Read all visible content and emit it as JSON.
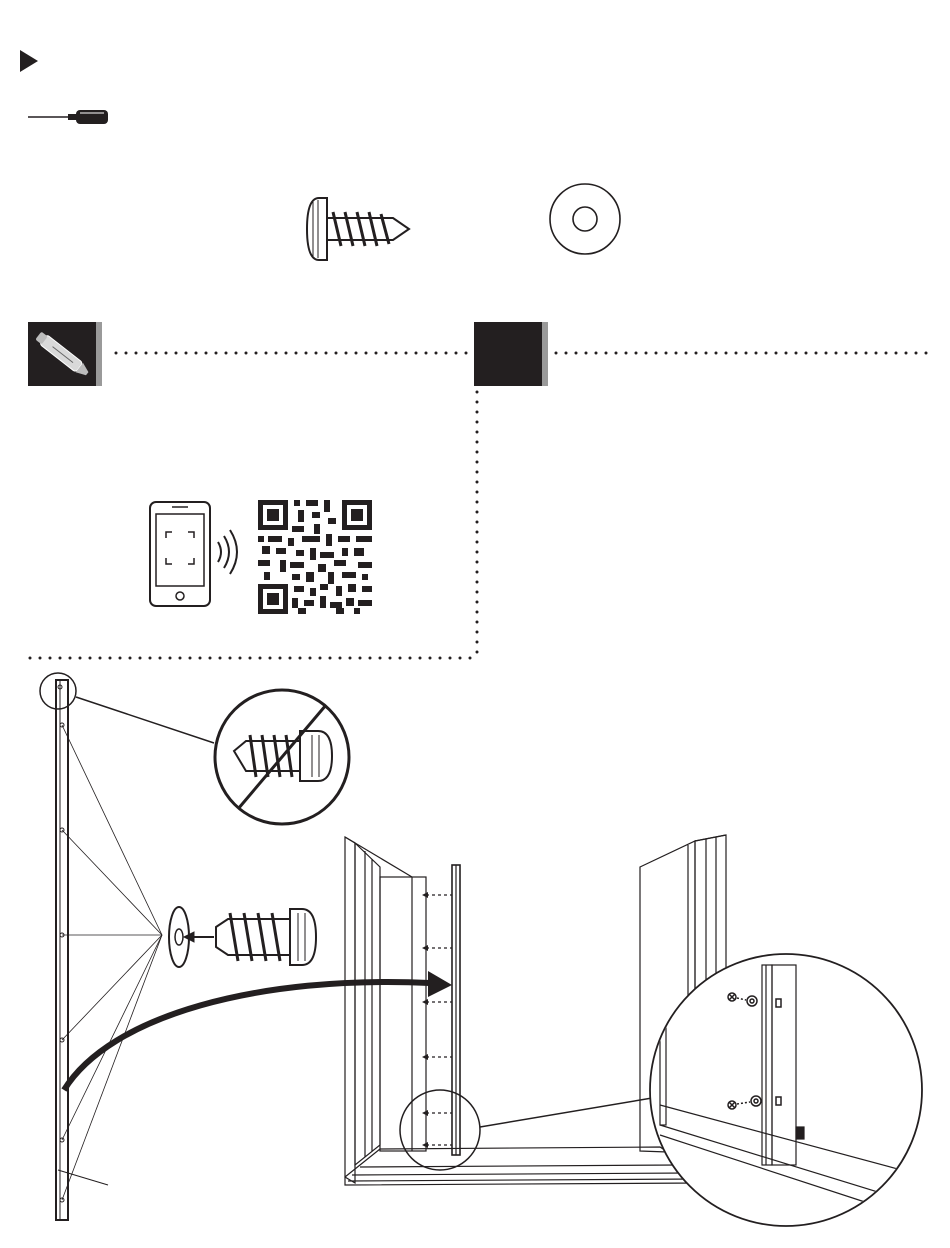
{
  "document": {
    "type": "assembly-instruction-page",
    "tools": [
      "screwdriver-icon"
    ],
    "hardware": [
      "pan-head-screw-icon",
      "washer-icon"
    ],
    "panels": [
      {
        "icon": "marker-pen-icon",
        "content": [
          "smartphone-scan-icon",
          "qr-code"
        ]
      },
      {
        "icon": "step-badge",
        "content": []
      }
    ],
    "diagram": {
      "warning": "no-screw-without-washer",
      "detail_callouts": [
        "upright-top-detail",
        "base-corner-detail"
      ]
    },
    "colors": {
      "ink": "#231f20",
      "grey": "#9a9a9a",
      "paper": "#ffffff"
    }
  }
}
